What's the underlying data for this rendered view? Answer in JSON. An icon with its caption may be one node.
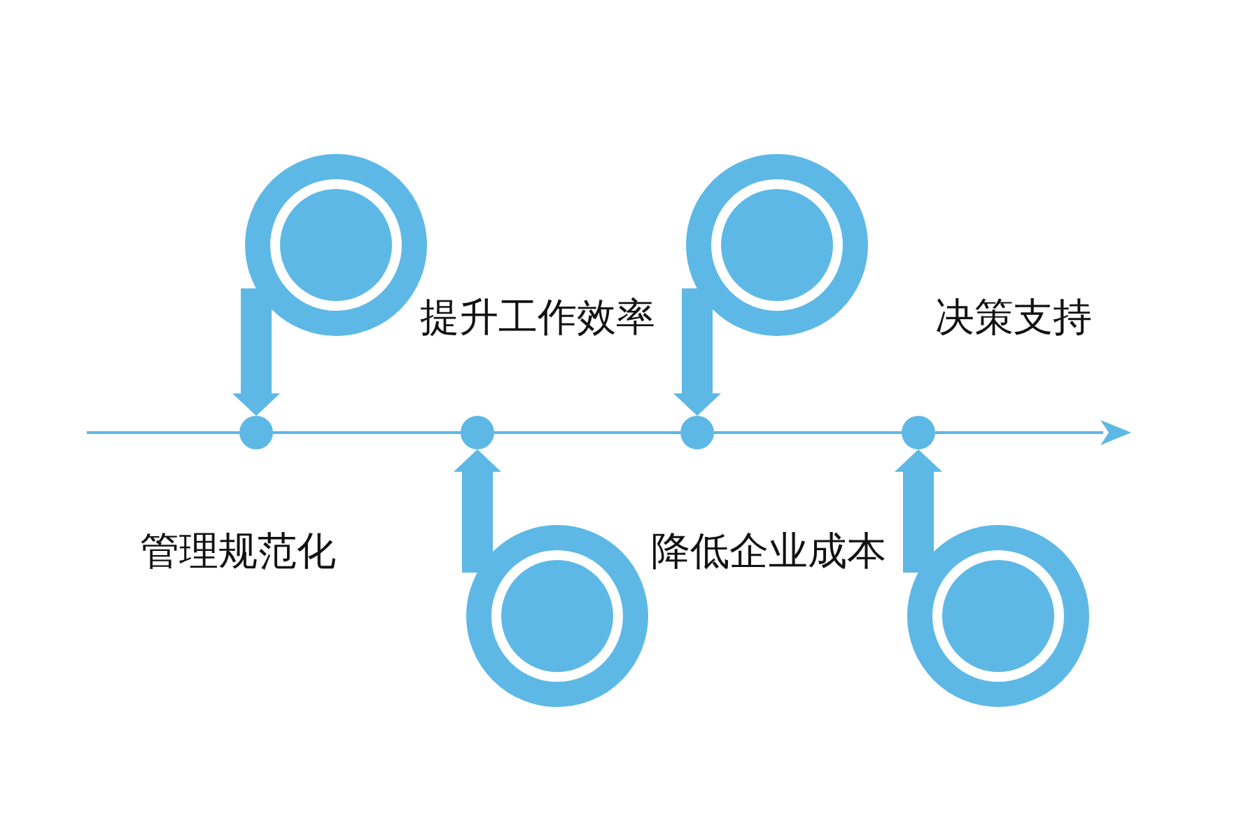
{
  "diagram": {
    "nodes": [
      {
        "text": [],
        "shape": "circle"
      },
      {
        "text": [],
        "shape": "circle"
      },
      {
        "text": [],
        "shape": "circle"
      },
      {
        "text": [],
        "shape": "circle"
      },
      {
        "text": [],
        "shape": "circle"
      },
      {
        "text": [],
        "shape": "circle"
      },
      {
        "text": [],
        "shape": "circle"
      },
      {
        "text": [],
        "shape": "circle"
      }
    ],
    "edges": [
      {
        "from": null,
        "to": 0,
        "arrow": "none"
      },
      {
        "from": 0,
        "to": 1,
        "arrow": "none"
      },
      {
        "from": 1,
        "to": 2,
        "arrow": "none"
      },
      {
        "from": 2,
        "to": 3,
        "arrow": "none"
      },
      {
        "from": 3,
        "to": null,
        "arrow": "to"
      },
      {
        "from": 4,
        "to": 0,
        "arrow": "to",
        "style": "thick"
      },
      {
        "from": 5,
        "to": 1,
        "arrow": "to",
        "style": "thick"
      },
      {
        "from": 6,
        "to": 2,
        "arrow": "to",
        "style": "thick"
      },
      {
        "from": 7,
        "to": 3,
        "arrow": "to",
        "style": "thick"
      }
    ],
    "labels": [
      "提升工作效率",
      "决策支持",
      "管理规范化",
      "降低企业成本"
    ]
  }
}
